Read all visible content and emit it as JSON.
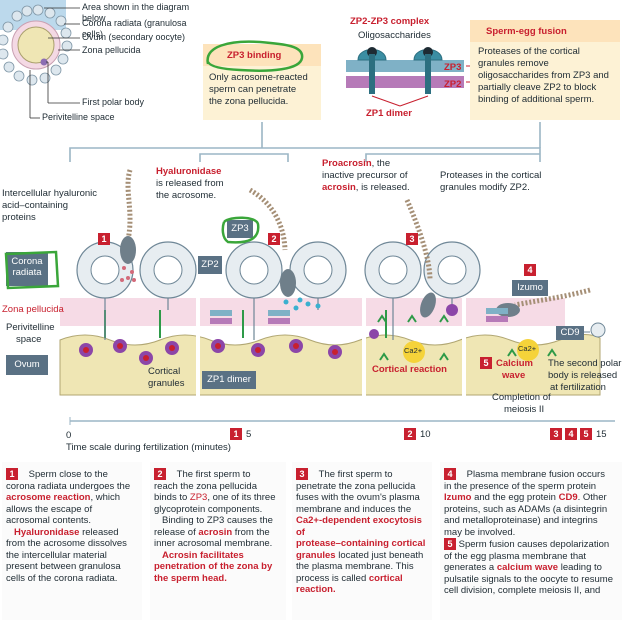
{
  "legend": {
    "area_shown": "Area shown in the diagram below",
    "corona": "Corona radiata (granulosa cells)",
    "ovum": "Ovum (secondary oocyte)",
    "zona": "Zona pellucida",
    "polar": "First polar body",
    "perivitelline": "Perivitelline space"
  },
  "zp3_box": {
    "title": "ZP3 binding",
    "text_l1": "Only acrosome-reacted",
    "text_l2": "sperm can penetrate",
    "text_l3": "the zona pellucida."
  },
  "complex": {
    "title": "ZP2-ZP3 complex",
    "oligo": "Oligosaccharides",
    "zp3": "ZP3",
    "zp2": "ZP2",
    "dimer": "ZP1 dimer"
  },
  "fusion_box": {
    "title": "Sperm-egg fusion",
    "l1": "Proteases of the cortical",
    "l2": "granules remove",
    "l3": "oligosaccharides from ZP3 and",
    "l4": "partially cleave ZP2 to block",
    "l5": "binding of additional sperm."
  },
  "labels": {
    "intercellular_l1": "Intercellular hyaluronic",
    "intercellular_l2": "acid–containing",
    "intercellular_l3": "proteins",
    "hyal_word": "Hyaluronidase",
    "hyal_l2": "is released from",
    "hyal_l3": "the acrosome.",
    "proacrosin_word": "Proacrosin",
    "proacrosin_rest": ", the",
    "proacrosin_l2": "inactive precursor of",
    "acrosin_word": "acrosin",
    "proacrosin_l3_rest": ", is released.",
    "proteases_l1": "Proteases in the cortical",
    "proteases_l2": "granules modify ZP2.",
    "corona_l1": "Corona",
    "corona_l2": "radiata",
    "zona": "Zona pellucida",
    "periv_l1": "Perivitelline",
    "periv_l2": "space",
    "ovum": "Ovum",
    "cortical_granules_l1": "Cortical",
    "cortical_granules_l2": "granules",
    "zp3_tag": "ZP3",
    "zp2_tag": "ZP2",
    "zp1_tag": "ZP1 dimer",
    "izumo": "Izumo",
    "cd9": "CD9",
    "ca": "Ca2+",
    "cortical_reaction": "Cortical reaction",
    "calcium_l1": "Calcium",
    "calcium_l2": "wave",
    "completion_l1": "Completion of",
    "completion_l2": "meiosis II",
    "second_polar_l1": "The second polar",
    "second_polar_l2": "body is released",
    "second_polar_l3": "at fertilization"
  },
  "timeline": {
    "label": "Time scale during fertilization (minutes)",
    "t0": "0",
    "t5": "5",
    "t10": "10",
    "t15": "15"
  },
  "steps": [
    "1",
    "2",
    "3",
    "4",
    "5"
  ],
  "notes": {
    "n1": {
      "l1": "Sperm close to the",
      "l2": "corona radiata undergoes the",
      "l3a": "acrosome reaction",
      "l3b": ", which",
      "l4": "allows the escape of",
      "l5": "acrosomal contents.",
      "l6": "Hyaluronidase",
      "l6b": " released",
      "l7": "from the acrosome dissolves",
      "l8": "the intercellular material",
      "l9": "present between granulosa",
      "l10": "cells of the corona radiata."
    },
    "n2": {
      "l1": "The first sperm to",
      "l2": "reach the zona pellucida",
      "l3a": "binds to ",
      "l3b": "ZP3",
      "l3c": ", one of its three",
      "l4": "glycoprotein components.",
      "l5": "Binding to ZP3 causes the",
      "l6a": "release of ",
      "l6b": "acrosin",
      "l6c": " from the",
      "l7": "inner acrosomal membrane.",
      "l8": "Acrosin facilitates",
      "l9": "penetration of the zona by",
      "l10": "the sperm head."
    },
    "n3": {
      "l1": "The first sperm to",
      "l2": "penetrate the zona pellucida",
      "l3": "fuses with the ovum's plasma",
      "l4": "membrane and induces the",
      "l5": "Ca2+-dependent exocytosis of",
      "l6": "protease–containing cortical",
      "l7a": "granules",
      "l7b": " located just beneath",
      "l8": "the plasma membrane. This",
      "l9a": "process is called ",
      "l9b": "cortical",
      "l10": "reaction."
    },
    "n4": {
      "l1": "Plasma membrane fusion occurs",
      "l2": "in the presence of the sperm protein",
      "l3a": "Izumo",
      "l3b": " and the egg protein ",
      "l3c": "CD9",
      "l3d": ". Other",
      "l4": "proteins, such as ADAMs (a disintegrin",
      "l5": "and metalloproteinase) and integrins",
      "l6": "may be involved."
    },
    "n5": {
      "l1": "Sperm fusion causes depolarization",
      "l2": "of the egg plasma membrane that",
      "l3a": "generates a ",
      "l3b": "calcium wave",
      "l3c": " leading to",
      "l4": "pulsatile signals to the oocyte to resume",
      "l5": "cell division, complete meiosis II, and"
    }
  },
  "colors": {
    "accent_red": "#c8202f",
    "ovum_fill": "#efe6b4",
    "zona_pink": "#f6dbe6",
    "slate": "#5a7184",
    "highlight_green": "#3aa63a",
    "note_box": "#fdf2d5"
  }
}
